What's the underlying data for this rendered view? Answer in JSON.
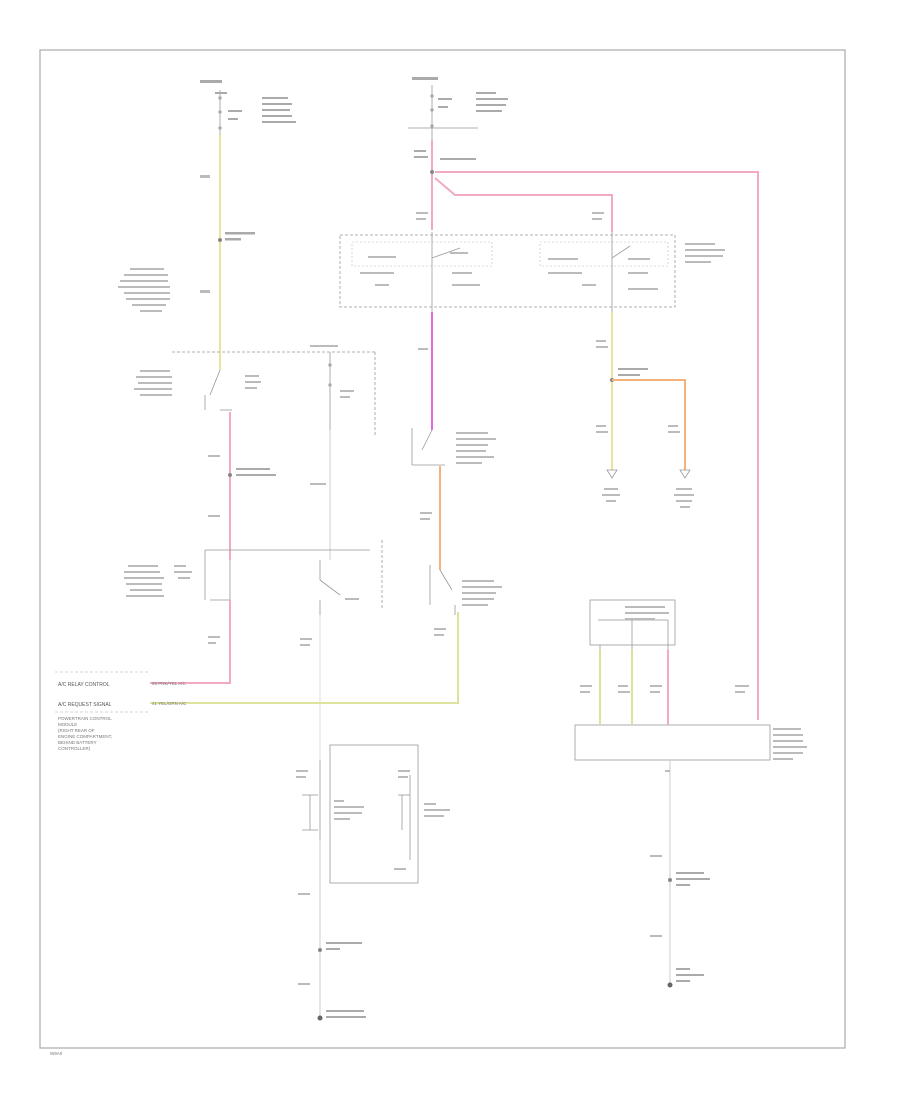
{
  "diagram": {
    "left_labels": {
      "ac_relay_control": "A/C RELAY CONTROL",
      "ac_request_signal": "A/C REQUEST SIGNAL",
      "pcm_lines": [
        "POWERTRAIN CONTROL",
        "MODULE",
        "(RIGHT REAR OF",
        "ENGINE COMPARTMENT,",
        "BEHIND BATTERY",
        "CONTROLLER)"
      ]
    },
    "wire_codes": {
      "ac_relay_control": "55  PNK/YEL  A/C",
      "ac_request_signal": "41  YEL/GRN  A/C"
    },
    "footer_code": "W9A0"
  }
}
